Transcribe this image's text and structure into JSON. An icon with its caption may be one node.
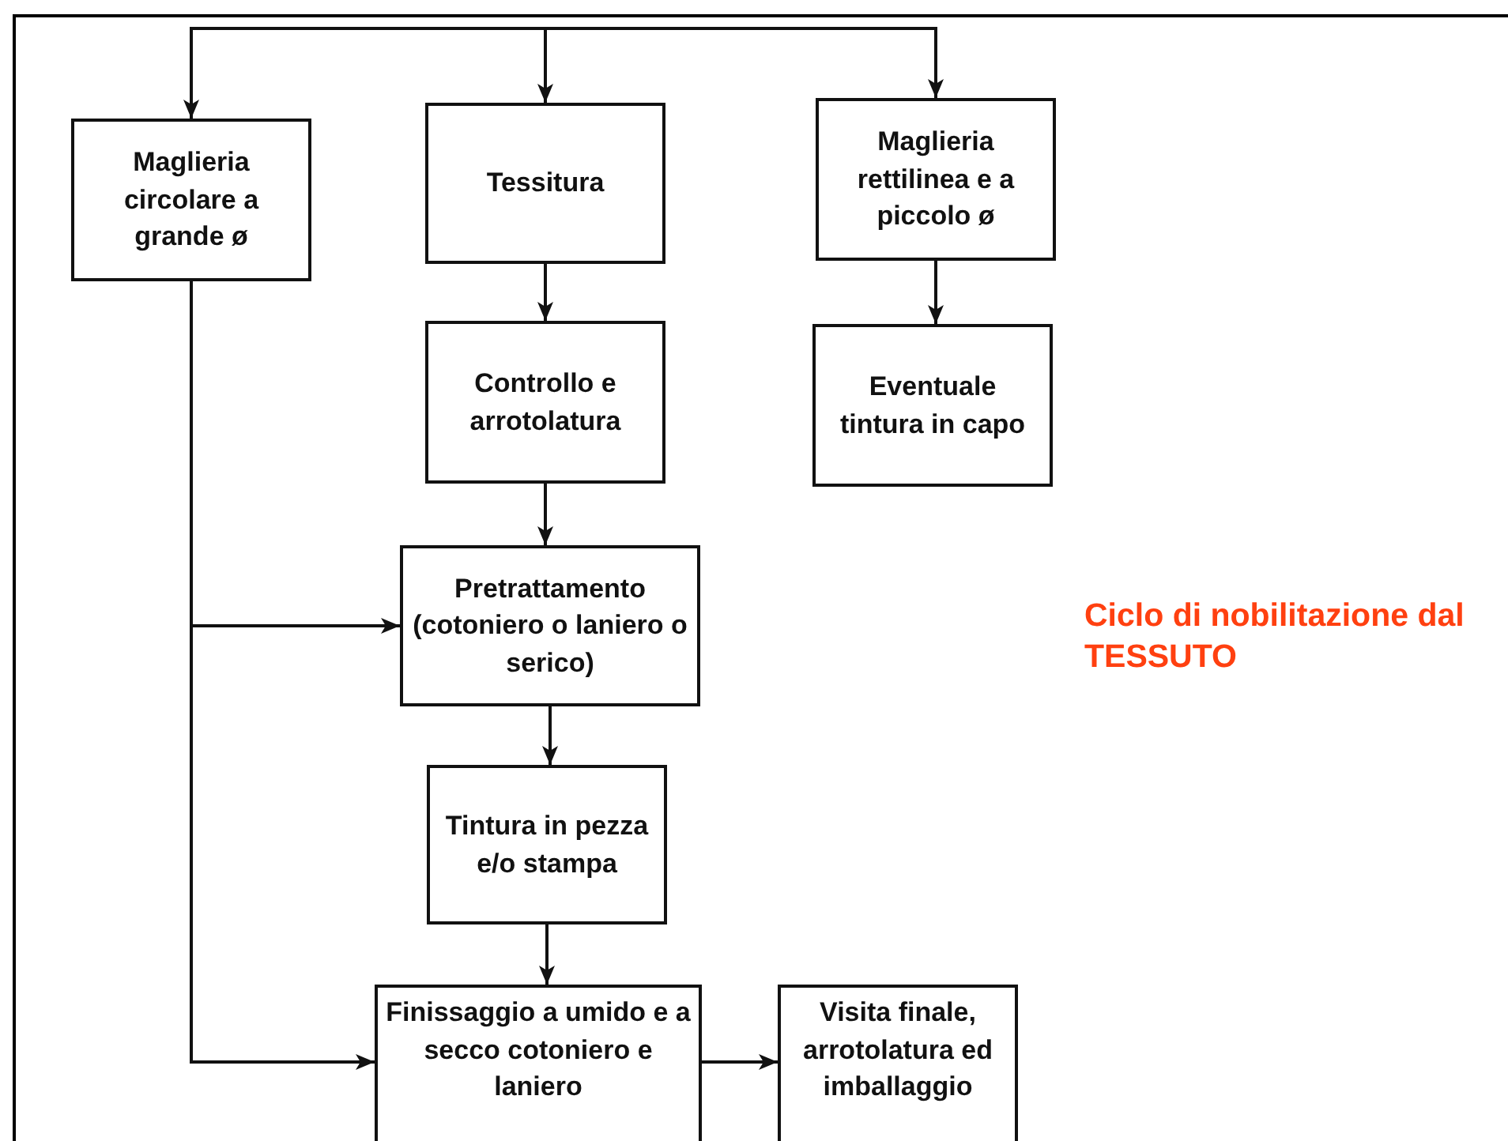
{
  "diagram": {
    "nodes": [
      {
        "text": [
          "Maglieria circolare a grande ø"
        ]
      },
      {
        "text": [
          "Tessitura"
        ]
      },
      {
        "text": [
          "Maglieria rettilinea e a piccolo ø"
        ]
      },
      {
        "text": [
          "Controllo e arrotolatura"
        ]
      },
      {
        "text": [
          "Eventuale tintura in capo"
        ]
      },
      {
        "text": [
          "Pretrattamento (cotoniero o laniero o serico)"
        ]
      },
      {
        "text": [
          "Tintura in pezza e/o stampa"
        ]
      },
      {
        "text": [
          "Finissaggio a umido e a secco cotoniero e laniero"
        ]
      },
      {
        "text": [
          "Visita finale, arrotolatura ed imballaggio"
        ]
      }
    ],
    "edges": [
      {
        "from": null,
        "to": 0,
        "arrow": "to"
      },
      {
        "from": null,
        "to": 1,
        "arrow": "to"
      },
      {
        "from": null,
        "to": 2,
        "arrow": "to"
      },
      {
        "from": 1,
        "to": 3,
        "arrow": "to"
      },
      {
        "from": 2,
        "to": 4,
        "arrow": "to"
      },
      {
        "from": 3,
        "to": 5,
        "arrow": "to"
      },
      {
        "from": 0,
        "to": 5,
        "arrow": "to"
      },
      {
        "from": 5,
        "to": 6,
        "arrow": "to"
      },
      {
        "from": 6,
        "to": 7,
        "arrow": "to"
      },
      {
        "from": 0,
        "to": 7,
        "arrow": "to"
      },
      {
        "from": 7,
        "to": 8,
        "arrow": "to"
      }
    ],
    "labels": [
      "Ciclo di nobilitazione dal TESSUTO"
    ]
  }
}
